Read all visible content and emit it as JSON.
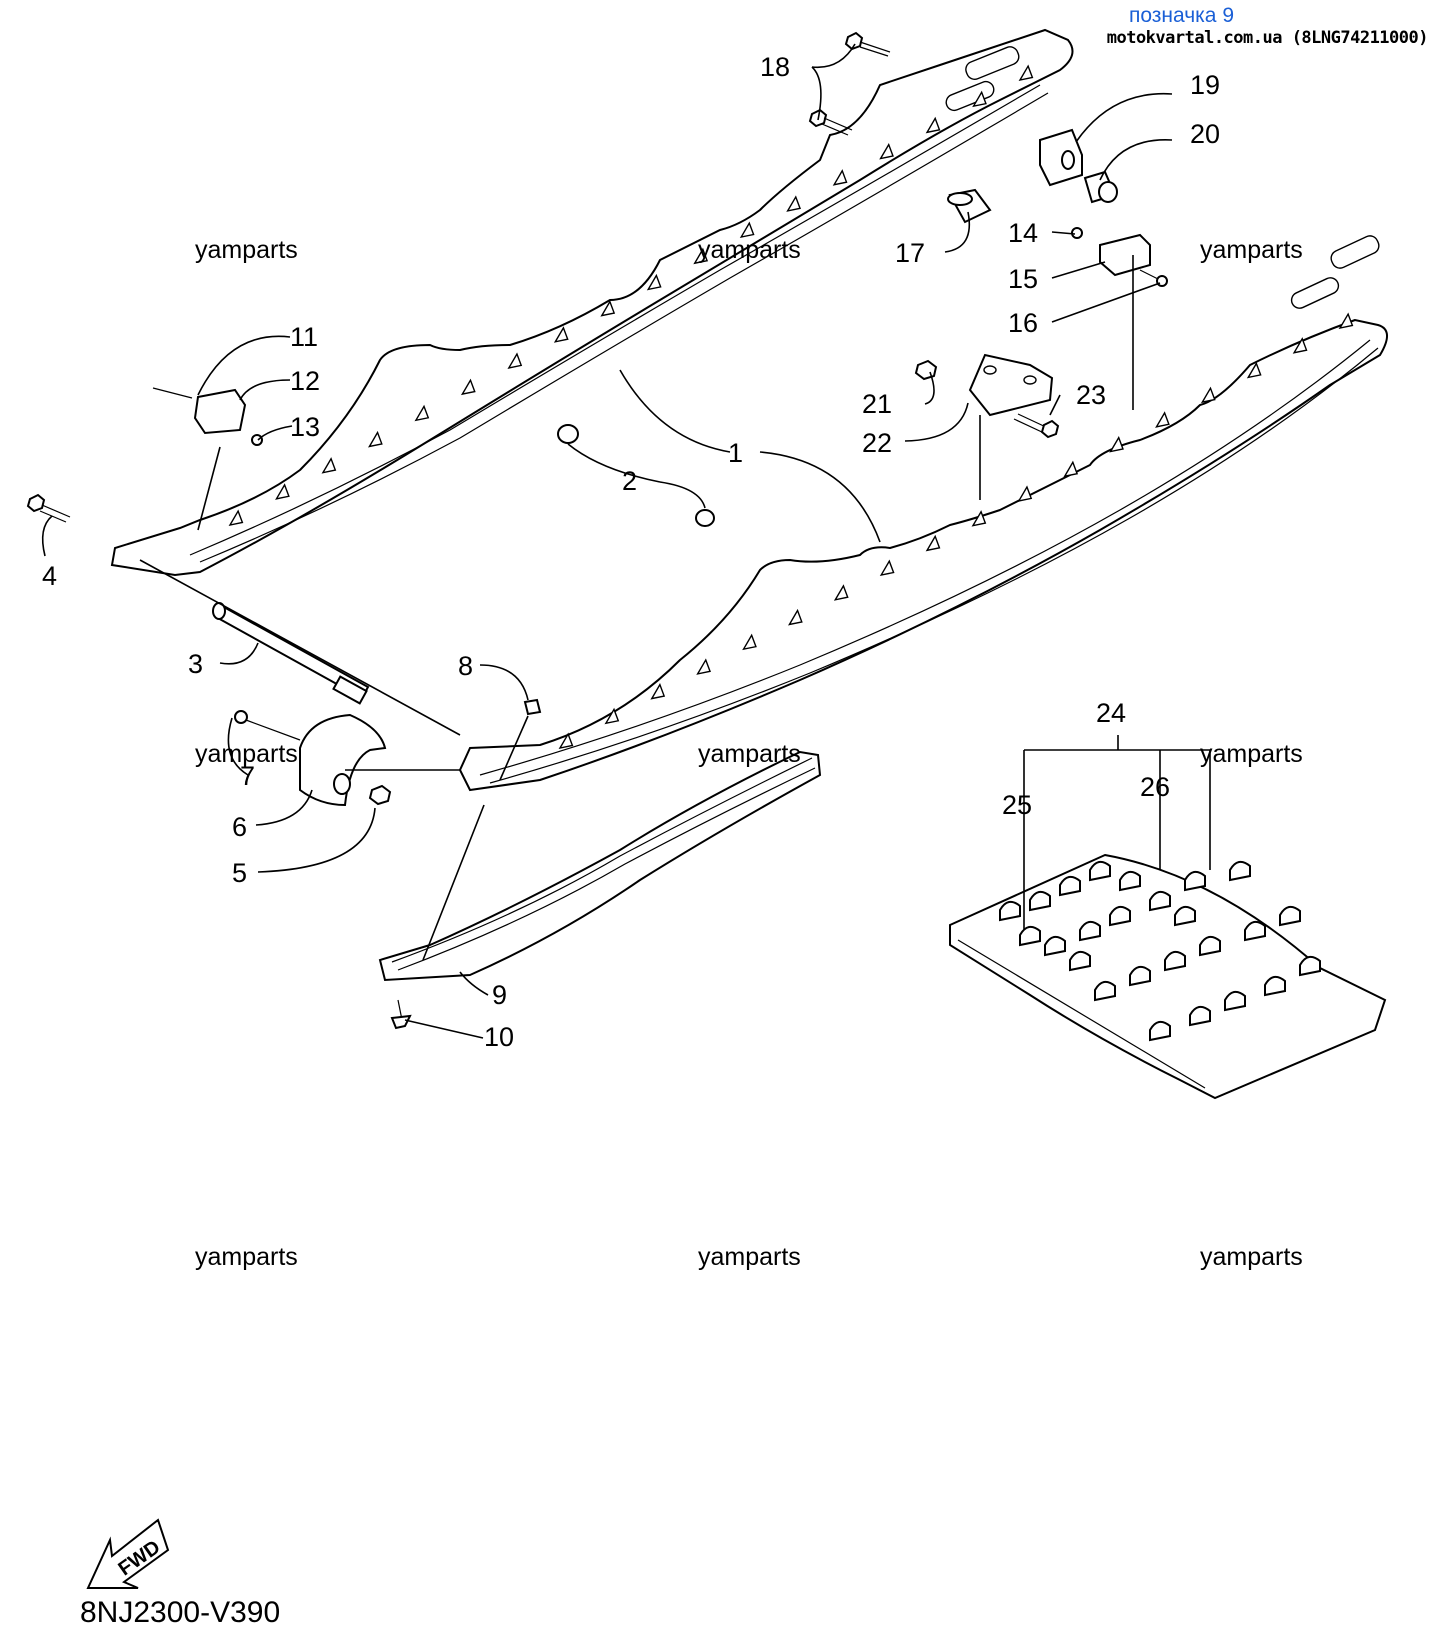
{
  "header": {
    "title": "позначка 9",
    "subtitle": "motokvartal.com.ua (8LNG74211000)"
  },
  "watermarks": [
    "yamparts",
    "yamparts",
    "yamparts",
    "yamparts",
    "yamparts",
    "yamparts",
    "yamparts",
    "yamparts",
    "yamparts"
  ],
  "callouts": [
    "1",
    "2",
    "3",
    "4",
    "5",
    "6",
    "7",
    "8",
    "9",
    "10",
    "11",
    "12",
    "13",
    "14",
    "15",
    "16",
    "17",
    "18",
    "19",
    "20",
    "21",
    "22",
    "23",
    "24",
    "25",
    "26"
  ],
  "fwd_label": "FWD",
  "diagram_code": "8NJ2300-V390"
}
